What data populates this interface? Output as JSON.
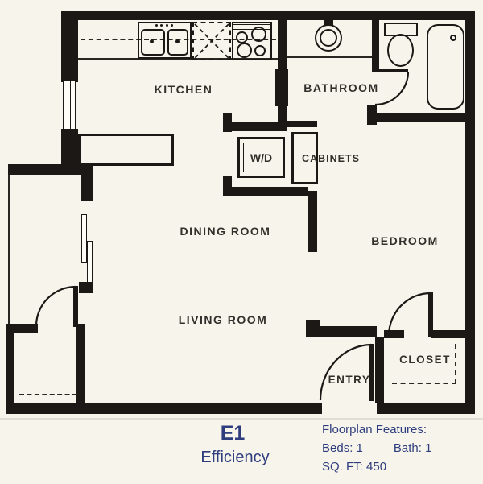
{
  "rooms": {
    "kitchen": {
      "label": "KITCHEN"
    },
    "bathroom": {
      "label": "BATHROOM"
    },
    "dining": {
      "label": "DINING ROOM"
    },
    "living": {
      "label": "LIVING ROOM"
    },
    "bedroom": {
      "label": "BEDROOM"
    },
    "entry": {
      "label": "ENTRY"
    },
    "closet": {
      "label": "CLOSET"
    },
    "cabinets": {
      "label": "CABINETS"
    },
    "washer_dryer": {
      "label": "W/D"
    }
  },
  "fixtures": [
    "kitchen-sink",
    "dishwasher",
    "stove",
    "bathroom-sink",
    "toilet",
    "bathtub",
    "washer-dryer"
  ],
  "footer": {
    "plan_code": "E1",
    "plan_name": "Efficiency",
    "features_title": "Floorplan Features:",
    "beds": "Beds: 1",
    "bath": "Bath: 1",
    "sqft": "SQ. FT: 450"
  },
  "colors": {
    "paper": "#f7f4ec",
    "wall": "#1b1815",
    "label_ink": "#332f2a",
    "accent_navy": "#2e3d7d"
  }
}
